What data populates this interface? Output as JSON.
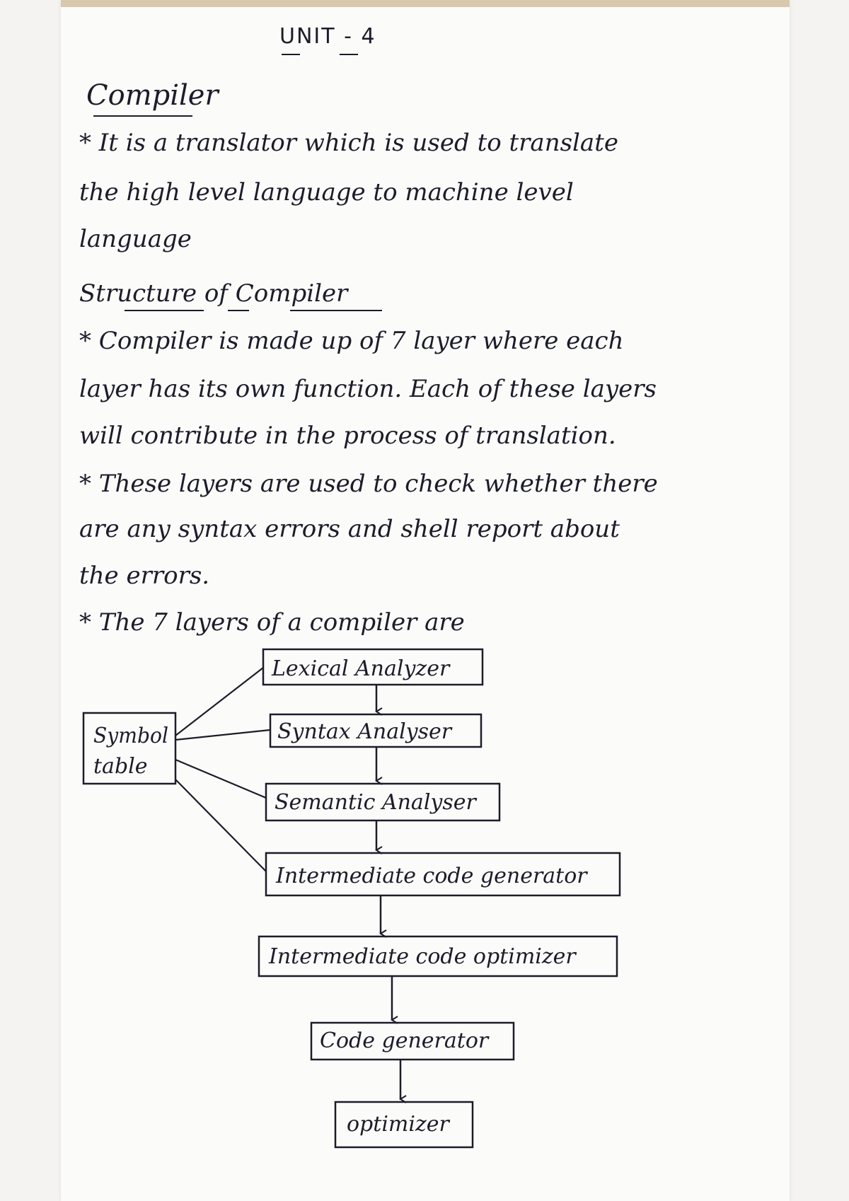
{
  "title": "UNIT - 4",
  "heading": "Compiler",
  "definition": [
    "* It is a translator which is used to translate",
    "the high level language to machine level",
    "language"
  ],
  "structure_heading": "Structure of Compiler",
  "structure_text": [
    "* Compiler is made up of 7 layer where each",
    "layer has its own function. Each of these layers",
    "will contribute in the process of translation.",
    "* These layers are used to check whether there",
    "are any syntax errors and shell report about",
    "the errors.",
    "* The 7 layers of a compiler are"
  ],
  "diagram": {
    "side_box": [
      "Symbol",
      "table"
    ],
    "layers": [
      "Lexical Analyzer",
      "Syntax Analyser",
      "Semantic Analyser",
      "Intermediate code generator",
      "Intermediate code optimizer",
      "Code generator",
      "optimizer"
    ]
  }
}
